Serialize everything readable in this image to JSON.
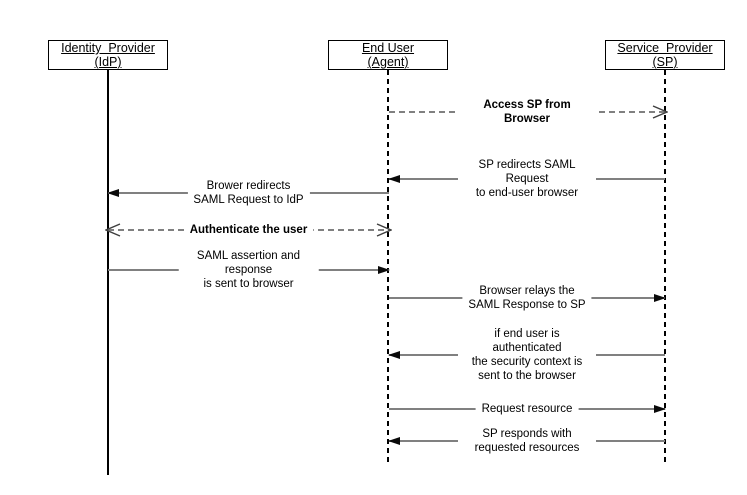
{
  "diagram_type": "sequence-diagram",
  "colors": {
    "background": "#ffffff",
    "message_line": "#808080",
    "lifeline_and_border": "#000000",
    "arrowhead": "#0a0a0a",
    "text": "#000000"
  },
  "actors": [
    {
      "id": "idp",
      "name": "Identity  Provider",
      "sub": "(IdP)",
      "lifeline_style": "solid"
    },
    {
      "id": "end-user",
      "name": "End User",
      "sub": "(Agent)",
      "lifeline_style": "dashed"
    },
    {
      "id": "sp",
      "name": "Service  Provider",
      "sub": "(SP)",
      "lifeline_style": "dashed"
    }
  ],
  "messages": [
    {
      "from": "end-user",
      "to": "sp",
      "label": "Access SP from Browser",
      "line": "dashed",
      "arrowhead": "open-right",
      "emphasis": "bold"
    },
    {
      "from": "sp",
      "to": "end-user",
      "label": "SP redirects SAML Request\nto end-user browser",
      "line": "solid",
      "arrowhead": "filled-left",
      "emphasis": "normal"
    },
    {
      "from": "end-user",
      "to": "idp",
      "label": "Brower redirects\nSAML Request to IdP",
      "line": "solid",
      "arrowhead": "filled-left",
      "emphasis": "normal"
    },
    {
      "from": "idp",
      "to": "end-user",
      "label": "Authenticate the user",
      "line": "dashed",
      "arrowhead": "open-both",
      "emphasis": "bold"
    },
    {
      "from": "idp",
      "to": "end-user",
      "label": "SAML assertion and response\nis sent to browser",
      "line": "solid",
      "arrowhead": "filled-right",
      "emphasis": "normal"
    },
    {
      "from": "end-user",
      "to": "sp",
      "label": "Browser relays the\nSAML Response to SP",
      "line": "solid",
      "arrowhead": "filled-right",
      "emphasis": "normal"
    },
    {
      "from": "sp",
      "to": "end-user",
      "label": "if end user is authenticated\nthe security context is\nsent to the browser",
      "line": "solid",
      "arrowhead": "filled-left",
      "emphasis": "normal"
    },
    {
      "from": "end-user",
      "to": "sp",
      "label": "Request resource",
      "line": "solid",
      "arrowhead": "filled-right",
      "emphasis": "normal"
    },
    {
      "from": "sp",
      "to": "end-user",
      "label": "SP responds with requested resources",
      "line": "solid",
      "arrowhead": "filled-left",
      "emphasis": "normal"
    }
  ]
}
